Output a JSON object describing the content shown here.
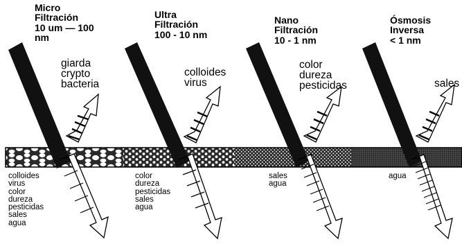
{
  "processes": [
    {
      "title": "Micro\nFiltración\n10 um — 100\nnm",
      "rejected": "giarda\ncrypto\nbacteria",
      "permeate": "colloides\nvirus\ncolor\ndureza\npesticidas\nsales\nagua",
      "pore_style": "large-circles"
    },
    {
      "title": "Ultra\nFiltración\n100 - 10 nm",
      "rejected": "colloides\nvirus",
      "permeate": "color\ndureza\npesticidas\nsales\nagua",
      "pore_style": "small-circles"
    },
    {
      "title": "Nano\nFiltración\n10 - 1 nm",
      "rejected": "color\ndureza\npesticidas",
      "permeate": "sales\nagua",
      "pore_style": "fine-dots"
    },
    {
      "title": "Ósmosis\nInversa\n< 1 nm",
      "rejected": "sales",
      "permeate": "agua",
      "pore_style": "very-fine-dots"
    }
  ],
  "colors": {
    "feed_beam": "#111111",
    "membrane_base": "#2a2a2a",
    "outline": "#000000",
    "background": "#ffffff"
  }
}
